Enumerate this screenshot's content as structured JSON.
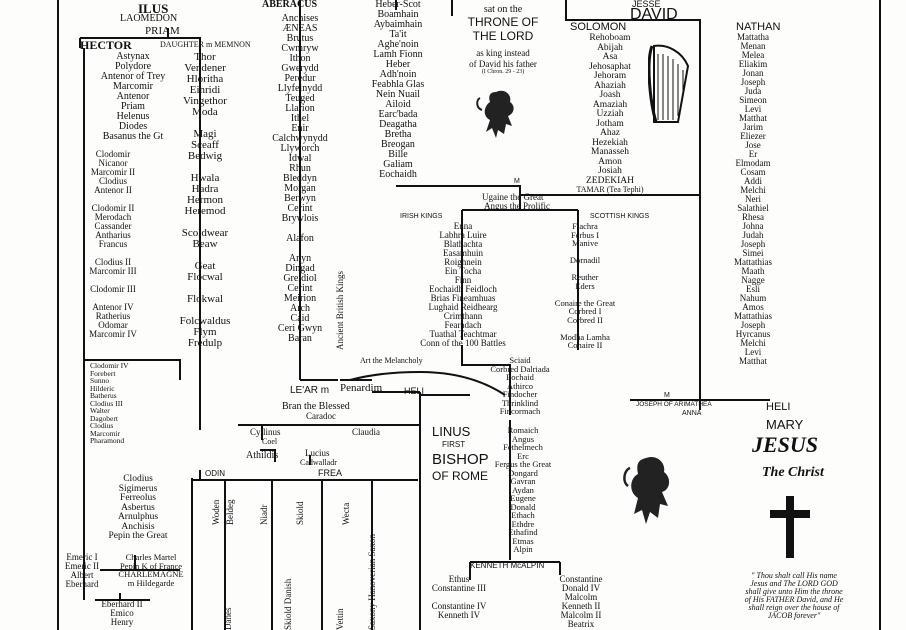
{
  "troy": {
    "iliu": "ILUS",
    "laomedon": "LAOMEDON",
    "priam": "PRIAM",
    "hector": "HECTOR",
    "daughter": "DAUGHTER m MEMNON",
    "hector_line": [
      "Astynax",
      "Polydore",
      "Antenor of Trey",
      "Marcomir",
      "Antenor",
      "Priam",
      "Helenus",
      "Diodes",
      "Basanus the Gt"
    ],
    "frank_line": [
      "Clodomir",
      "Nicanor",
      "Marcomir II",
      "Clodius",
      "Antenor II",
      "",
      "Clodomir II",
      "Merodach",
      "Cassander",
      "Antharius",
      "Francus",
      "",
      "Clodius II",
      "Marcomir III",
      "",
      "Clodomir III",
      "",
      "Antenor IV",
      "Ratherius",
      "Odomar",
      "Marcomir IV"
    ],
    "memnon_line": [
      "Thor",
      "Vendener",
      "Hloritha",
      "Einridi",
      "Vingethor",
      "Moda",
      "",
      "Magi",
      "Sceaff",
      "Bedwig",
      "",
      "Hwala",
      "Hadra",
      "Hermon",
      "Heremod",
      "",
      "Scoldwear",
      "Beaw",
      "",
      "Geat",
      "Flocwal",
      "",
      "Flokwal",
      "",
      "Folcwaldus",
      "Flym",
      "Fredulp"
    ],
    "clodomir_iv_line": [
      "Clodomir IV",
      "Forebert",
      "Sunno",
      "Hilderic",
      "Batherus",
      "Clodius III",
      "Walter",
      "Dagobert",
      "Clodius",
      "Marcomir",
      "Pharamond"
    ],
    "merovingian_line": [
      "Clodius",
      "Sigimerus",
      "Ferreolus",
      "Asbertus",
      "Arnulphus",
      "Anchisis",
      "Pepin the Great"
    ],
    "emeric_line": [
      "Emeric I",
      "Emeric II",
      "Albert",
      "Eberhard"
    ],
    "charles_line": [
      "Charles Martel",
      "Pepin K of France",
      "CHARLEMAGNE",
      "m Hildegarde"
    ],
    "late_line": [
      "Eberhard II",
      "Emico",
      "Henry"
    ]
  },
  "british": {
    "head": "ABERACUS",
    "line": [
      "Anchises",
      "ÆNEAS",
      "Brutus",
      "Cwmryw",
      "Ithon",
      "Gwerydd",
      "Peredur",
      "Llyfeinydd",
      "Teuged",
      "Llarion",
      "Ithel",
      "Enir",
      "Calchwynydd",
      "Llyworch",
      "Idwal",
      "Rhun",
      "Bleddyn",
      "Morgan",
      "Berwyn",
      "Cerint",
      "Brywlois",
      "",
      "Alafon",
      "",
      "Anyn",
      "Dingad",
      "Greidiol",
      "Cerint",
      "Meirion",
      "Arch",
      "Caid",
      "Ceri Gwyn",
      "Baran"
    ],
    "side_label": "Ancient British Kings",
    "lear": "LE'AR m",
    "penardim": "Penardim",
    "heli_small": "HELI",
    "bran": "Bran the Blessed",
    "caradoc": "Caradoc",
    "cyllinus": "Cyllinus",
    "coel": "Coel",
    "claudia": "Claudia",
    "athildis": "Athildis",
    "lucius": "Lucius",
    "cadwallader": "Cadwalladr",
    "frea": "FREA",
    "odin": "ODIN"
  },
  "irish": {
    "line": [
      "Heber-Scot",
      "Boamhain",
      "Aybaimhain",
      "Ta'it",
      "Aghe'noin",
      "Lamh Fionn",
      "Heber",
      "Adh'noin",
      "Feabhla Glas",
      "Nein Nuail",
      "Ailoid",
      "Earc'bada",
      "Deagatha",
      "Bretha",
      "Breogan",
      "Bille",
      "Galiam",
      "Eochaidh"
    ],
    "throne": [
      "sat on the",
      "THRONE OF",
      "THE LORD",
      "as king instead",
      "of David his father",
      "(I Chron. 29 - 23)"
    ],
    "ugaine": "Ugaine the Great",
    "angus": "Angus the Prolific",
    "irish_kings": "IRISH KINGS",
    "scottish_kings": "SCOTTISH KINGS",
    "irish_line": [
      "Enna",
      "Labhra Luire",
      "Blathachta",
      "Easamhuin",
      "Roighnein",
      "Ein Tocha",
      "Finn",
      "Eochaidh Feidloch",
      "Brias Fineamhuas",
      "Lughaid Reidhearg",
      "Crimthann",
      "Fearadach",
      "Tuathal Teachtmar",
      "Conn of the 100 Battles"
    ],
    "scot_line": [
      "Fiachra",
      "Ferbus I",
      "Manive",
      "",
      "Dornadil",
      "",
      "Reuther",
      "Eders",
      "",
      "Conaire the Great",
      "Corbred I",
      "Corbred II",
      "",
      "Modha Lamha",
      "Conaire II"
    ],
    "art": "Art the Melancholy",
    "dalriada": [
      "Sciaid",
      "Corbred Dalriada",
      "Eochaid",
      "Athirco",
      "Findocher",
      "Thrinklind",
      "Fincormach"
    ],
    "alpin_line": [
      "Romaich",
      "Angus",
      "Fethelmech",
      "Erc",
      "Fergus the Great",
      "Dongard",
      "Gavran",
      "Aydan",
      "Eugene",
      "Donald",
      "Ethach",
      "Ethdre",
      "Ethafind",
      "Etmas",
      "Alpin"
    ],
    "kenneth": "KENNETH McALPIN",
    "kenneth_left": [
      "Ethus",
      "Constantine III",
      "",
      "Constantine IV",
      "Kenneth IV"
    ],
    "kenneth_right": [
      "Constantine",
      "Donald IV",
      "Malcolm",
      "Kenneth II",
      "Malcolm II",
      "Beatrix"
    ]
  },
  "judah": {
    "jesse": "JESSE",
    "david": "DAVID",
    "solomon": "SOLOMON",
    "nathan": "NATHAN",
    "solomon_line": [
      "Rehoboam",
      "Abijah",
      "Asa",
      "Jehosaphat",
      "Jehoram",
      "Ahaziah",
      "Joash",
      "Amaziah",
      "Uzziah",
      "Jotham",
      "Ahaz",
      "Hezekiah",
      "Manasseh",
      "Amon",
      "Josiah",
      "ZEDEKIAH",
      "TAMAR (Tea Tephi)"
    ],
    "nathan_line": [
      "Mattatha",
      "Menan",
      "Melea",
      "Eliakim",
      "Jonan",
      "Joseph",
      "Juda",
      "Simeon",
      "Levi",
      "Matthat",
      "Jarim",
      "Eliezer",
      "Jose",
      "Er",
      "Elmodam",
      "Cosam",
      "Addi",
      "Melchi",
      "Neri",
      "Salathiel",
      "Rhesa",
      "Johna",
      "Judah",
      "Joseph",
      "Simei",
      "Mattathias",
      "Maath",
      "Nagge",
      "Esli",
      "Nahum",
      "Amos",
      "Mattathias",
      "Joseph",
      "Hyrcanus",
      "Melchi",
      "Levi",
      "Matthat"
    ],
    "joseph_arimathea": "JOSEPH OF ARIMATHEA",
    "anna": "ANNA",
    "heli": "HELI",
    "mary": "MARY",
    "jesus": "JESUS",
    "christ": "The Christ",
    "quote": [
      "\" Thou shalt call His name",
      "Jesus and The LORD GOD",
      "shall give unto Him the throne",
      "of His FATHER David, and He",
      "shall reign over the house of",
      "JACOB forever\""
    ]
  },
  "linus": [
    "LINUS",
    "FIRST",
    "BISHOP",
    "OF ROME"
  ],
  "houses": [
    "Woden",
    "Beldeg",
    "Niadr",
    "Skiold",
    "Wecta",
    "Danes",
    "Skiold Danish",
    "Vettin",
    "Saxony Hanoverian Saxon"
  ],
  "letters": {
    "m1": "M",
    "m2": "M"
  }
}
